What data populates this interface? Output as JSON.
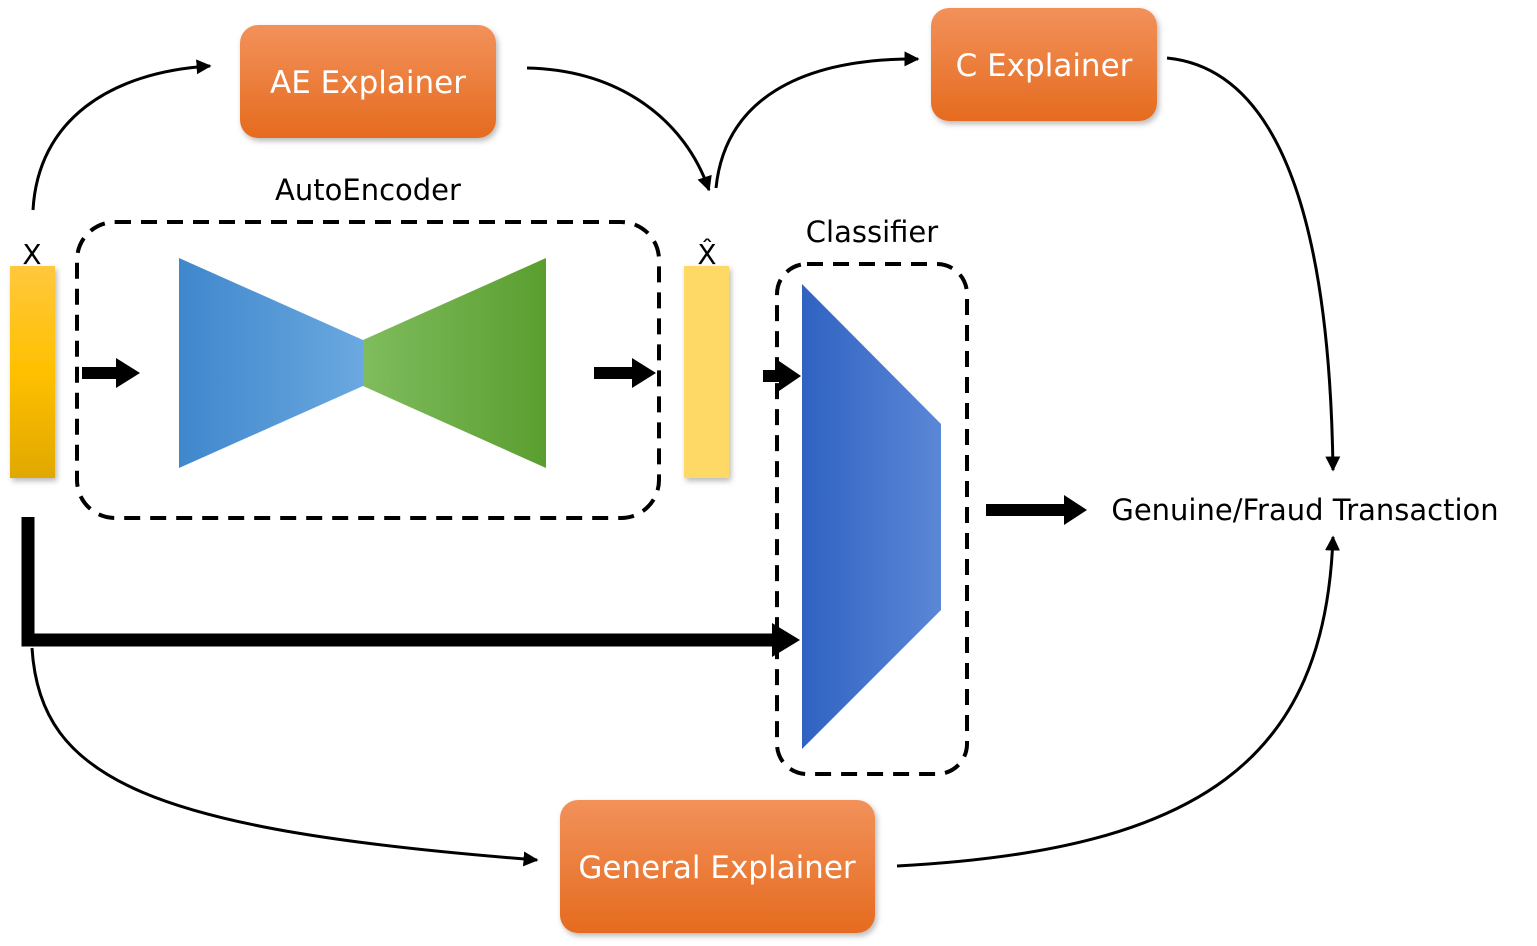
{
  "input": {
    "label": "X"
  },
  "reconstruction": {
    "label": "X̂"
  },
  "autoencoder": {
    "label": "AutoEncoder"
  },
  "classifier": {
    "label": "Classifier"
  },
  "explainers": {
    "ae": {
      "label": "AE Explainer"
    },
    "c": {
      "label": "C Explainer"
    },
    "general": {
      "label": "General Explainer"
    }
  },
  "output": {
    "label": "Genuine/Fraud Transaction"
  },
  "colors": {
    "explainer_top": "#f2915a",
    "explainer_bottom": "#e56b1f",
    "input_top": "#ffc83d",
    "input_mid": "#ffc000",
    "input_bottom": "#e0a800",
    "reconstruction": "#ffd966",
    "encoder_dark": "#3f87cc",
    "encoder_light": "#6aa8e0",
    "decoder_light": "#7fbc5e",
    "decoder_dark": "#5a9e2f",
    "classifier_dark": "#2f62c2",
    "classifier_light": "#5b87d6",
    "stroke": "#000000"
  }
}
